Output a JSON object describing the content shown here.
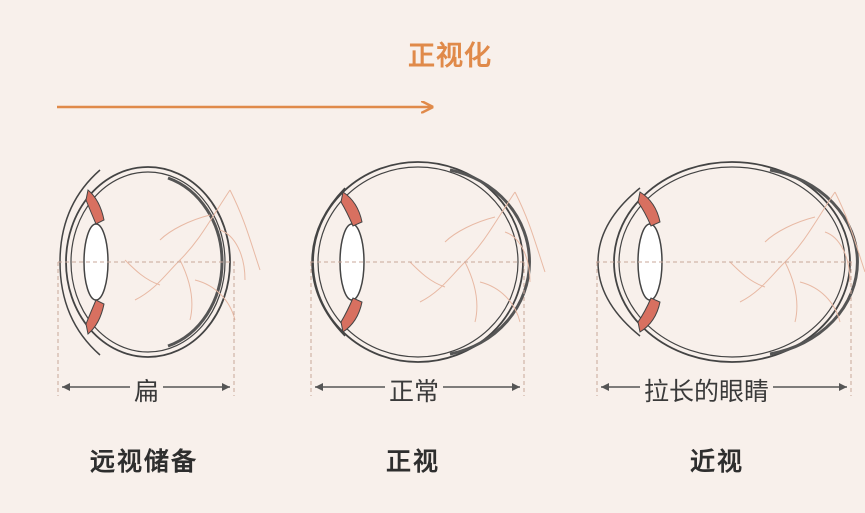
{
  "title": "正视化",
  "accent_color": "#e08a4a",
  "eyes": [
    {
      "dimension_label": "扁",
      "name": "远视储备"
    },
    {
      "dimension_label": "正常",
      "name": "正视"
    },
    {
      "dimension_label": "拉长的眼睛",
      "name": "近视"
    }
  ]
}
